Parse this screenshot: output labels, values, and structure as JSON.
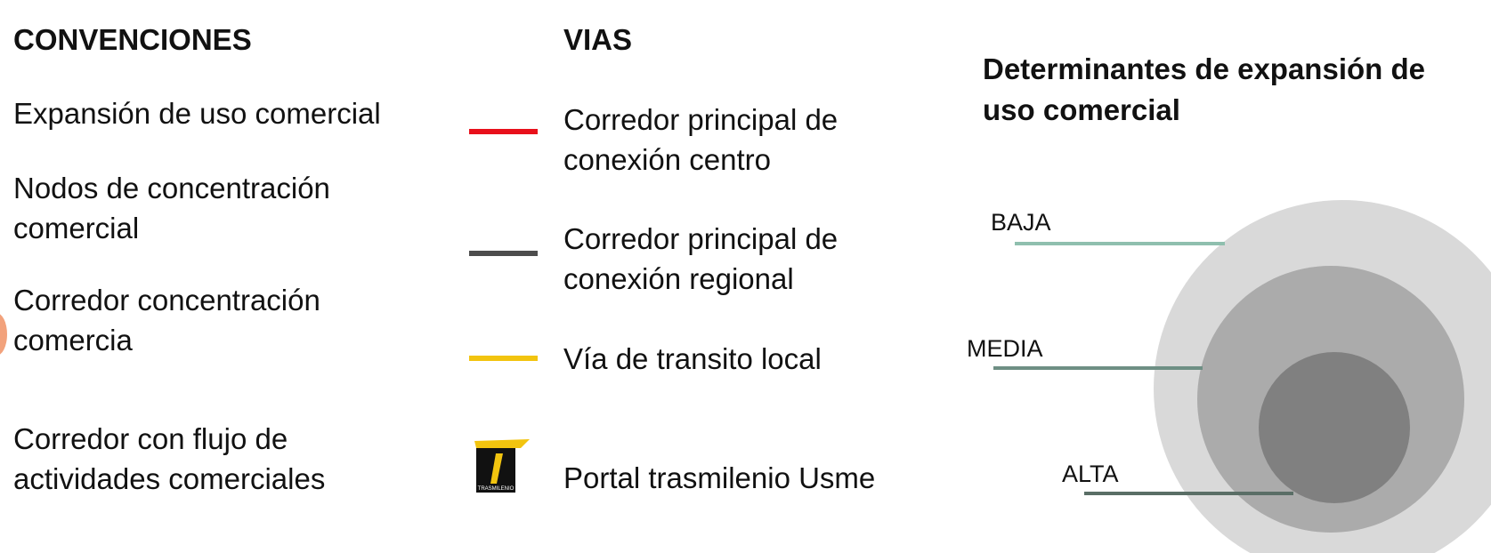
{
  "conventions": {
    "heading": "CONVENCIONES",
    "items": [
      {
        "line1": "Expansión de uso comercial",
        "line2": ""
      },
      {
        "line1": "Nodos de concentración",
        "line2": "comercial"
      },
      {
        "line1": "Corredor concentración",
        "line2": "comercia"
      },
      {
        "line1": "Corredor con flujo de",
        "line2": "actividades comerciales"
      }
    ]
  },
  "vias": {
    "heading": "VIAS",
    "items": [
      {
        "line1": "Corredor principal de",
        "line2": "conexión centro",
        "color": "#e8101b",
        "icon": "red-line-swatch"
      },
      {
        "line1": "Corredor principal de",
        "line2": "conexión regional",
        "color": "#4d4d4d",
        "icon": "dark-gray-line-swatch"
      },
      {
        "line1": "Vía de transito local",
        "line2": "",
        "color": "#f2c40f",
        "icon": "yellow-line-swatch"
      },
      {
        "line1": "Portal trasmilenio Usme",
        "line2": "",
        "icon": "transmilenio-logo-icon",
        "logo_text": "TRASMILENIO"
      }
    ]
  },
  "determinants": {
    "heading_line1": "Determinantes de expansión de",
    "heading_line2": "uso comercial",
    "levels": [
      {
        "label": "BAJA",
        "circle_color": "#d9d9d9",
        "line_color": "#8fbfae"
      },
      {
        "label": "MEDIA",
        "circle_color": "#ababab",
        "line_color": "#6e8f84"
      },
      {
        "label": "ALTA",
        "circle_color": "#808080",
        "line_color": "#5a6e66"
      }
    ]
  }
}
